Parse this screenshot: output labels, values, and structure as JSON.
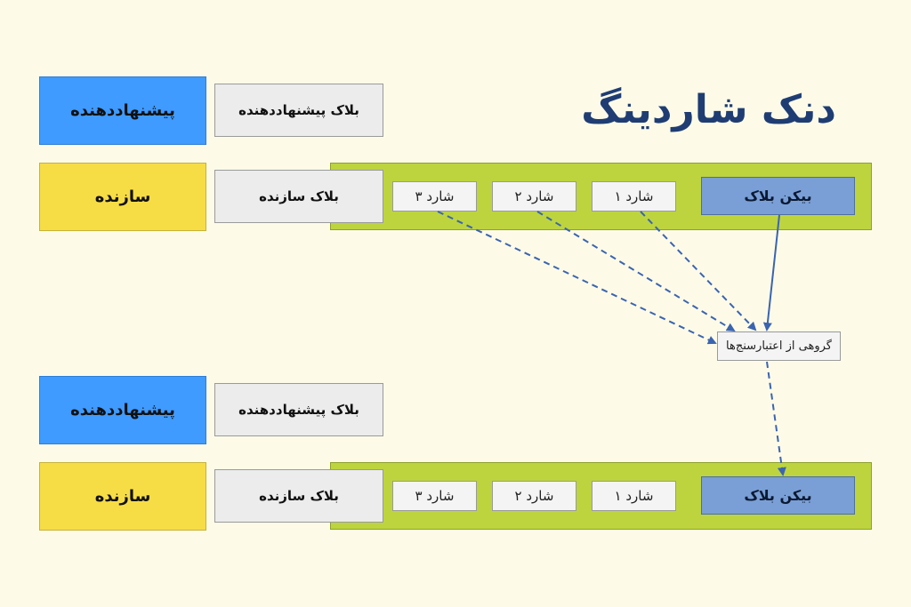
{
  "title": "دنک شاردینگ",
  "top_section": {
    "proposer_label": "پیشنهاددهنده",
    "proposer_block_label": "بلاک پیشنهاددهنده",
    "builder_label": "سازنده",
    "builder_block_label": "بلاک سازنده",
    "shards": [
      "شارد ۱",
      "شارد ۲",
      "شارد ۳"
    ],
    "beacon_block_label": "بیکن بلاک"
  },
  "validators_label": "گروهی از اعتبارسنج‌ها",
  "bottom_section": {
    "proposer_label": "پیشنهاددهنده",
    "proposer_block_label": "بلاک پیشنهاددهنده",
    "builder_label": "سازنده",
    "builder_block_label": "بلاک سازنده",
    "shards": [
      "شارد ۱",
      "شارد ۲",
      "شارد ۳"
    ],
    "beacon_block_label": "بیکن بلاک"
  },
  "colors": {
    "background": "#fdfbe8",
    "proposer": "#3f9bff",
    "builder": "#f7dd45",
    "shard_band": "#bdd43f",
    "beacon_block": "#7a9fd6",
    "title": "#1f3d73",
    "arrow": "#3b64b0"
  }
}
